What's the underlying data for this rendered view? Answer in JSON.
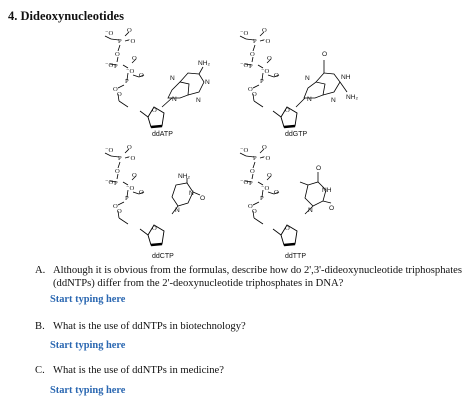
{
  "title": "4. Dideoxynucleotides",
  "molecules": {
    "ddATP": {
      "caption": "ddATP",
      "base_group": "NH₂"
    },
    "ddGTP": {
      "caption": "ddGTP",
      "nh": "NH",
      "o": "O",
      "nh2": "NH₂"
    },
    "ddCTP": {
      "caption": "ddCTP",
      "base_group": "NH₂",
      "o": "O"
    },
    "ddTTP": {
      "caption": "ddTTP",
      "nh": "NH",
      "o": "O"
    }
  },
  "questions": [
    {
      "number": "A.",
      "text": "Although it is obvious from the formulas, describe how do 2',3'-dideoxynucleotide triphosphates (ddNTPs) differ from the 2'-deoxynucleotide triphosphates in DNA?",
      "answer_placeholder": "Start typing here"
    },
    {
      "number": "B.",
      "text": "What is the use of ddNTPs in biotechnology?",
      "answer_placeholder": "Start typing here"
    },
    {
      "number": "C.",
      "text": "What is the use of ddNTPs in medicine?",
      "answer_placeholder": "Start typing here"
    }
  ],
  "colors": {
    "answer_link": "#2a67b1",
    "text": "#111111"
  }
}
